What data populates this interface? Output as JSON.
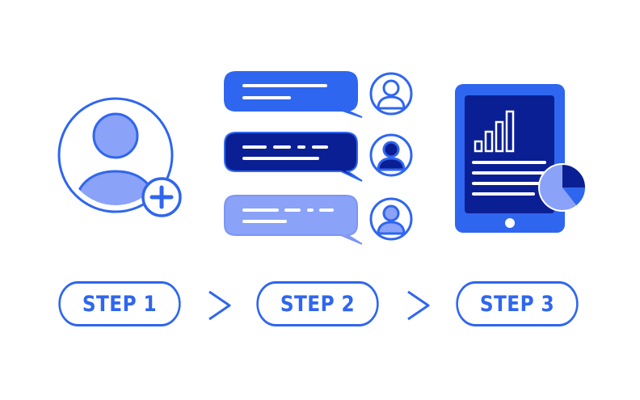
{
  "steps": [
    {
      "label": "STEP 1"
    },
    {
      "label": "STEP 2"
    },
    {
      "label": "STEP 3"
    }
  ],
  "colors": {
    "primary": "#2f66f0",
    "dark": "#0b1f94",
    "light": "#7c95f5",
    "light_fill": "#8aa2f7",
    "white": "#ffffff"
  },
  "icons": {
    "step1": "add-user-icon",
    "step2": "chat-messages-icon",
    "step3": "tablet-analytics-icon",
    "connector": "chevron-right-icon"
  }
}
